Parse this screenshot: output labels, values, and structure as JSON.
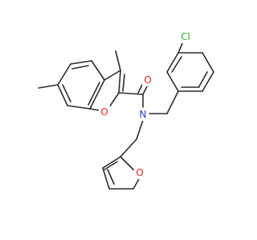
{
  "atoms": {
    "chlorine": "Cl",
    "carbonyl_oxygen": "O",
    "amide_nitrogen": "N",
    "benzofuran_oxygen": "O",
    "furan_oxygen": "O"
  },
  "colors": {
    "bond": "#2b2b2b",
    "oxygen": "#e8202a",
    "nitrogen": "#2a3dbf",
    "chlorine": "#2eaa2e"
  }
}
